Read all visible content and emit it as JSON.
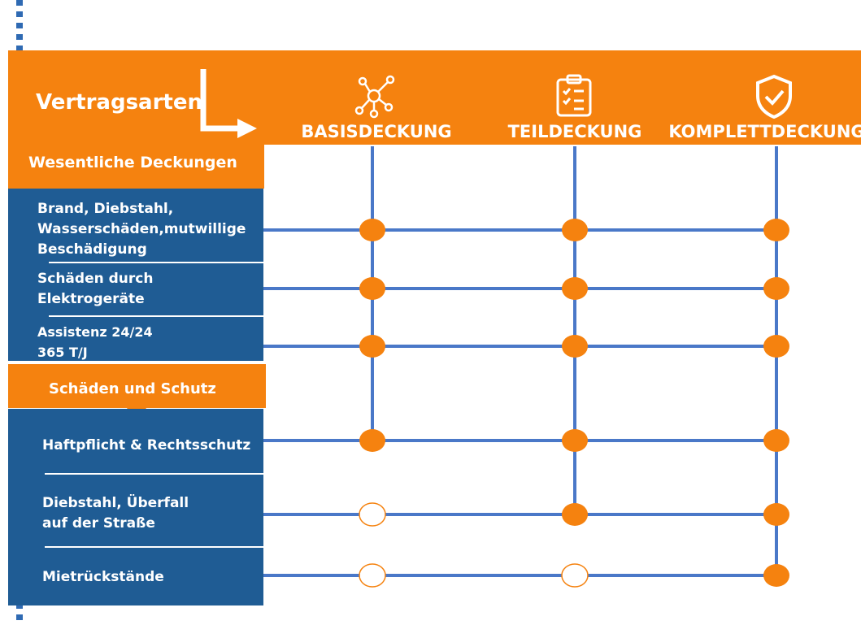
{
  "header": {
    "title": "Vertragsarten",
    "columns": [
      {
        "label": "BASISDECKUNG",
        "icon": "network-nodes-icon"
      },
      {
        "label": "TEILDECKUNG",
        "icon": "clipboard-checklist-icon"
      },
      {
        "label": "KOMPLETTDECKUNG",
        "icon": "shield-check-icon"
      }
    ]
  },
  "sections": [
    {
      "title": "Wesentliche Deckungen"
    },
    {
      "title": "Schäden und Schutz"
    }
  ],
  "rows": [
    {
      "label": "Brand, Diebstahl,\nWasserschäden,mutwillige\nBeschädigung",
      "coverage": [
        true,
        true,
        true
      ]
    },
    {
      "label": "Schäden durch\nElektrogeräte",
      "coverage": [
        true,
        true,
        true
      ]
    },
    {
      "label": "Assistenz 24/24\n365 T/J",
      "coverage": [
        true,
        true,
        true
      ]
    },
    {
      "label": "Haftpflicht & Rechtsschutz",
      "coverage": [
        true,
        true,
        true
      ]
    },
    {
      "label": "Diebstahl, Überfall\nauf der Straße",
      "coverage": [
        false,
        true,
        true
      ]
    },
    {
      "label": "Mietrückstände",
      "coverage": [
        false,
        false,
        true
      ]
    }
  ],
  "colors": {
    "orange": "#f5820f",
    "blue": "#1f5c94",
    "line": "#4a78c8"
  }
}
